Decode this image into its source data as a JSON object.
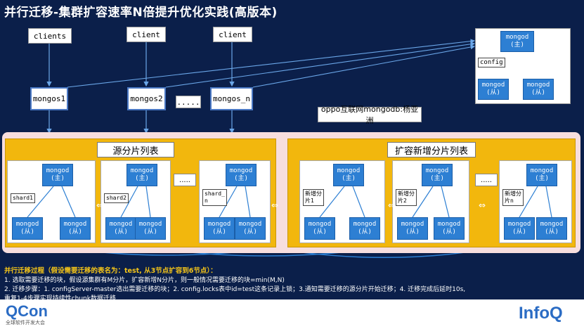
{
  "title": "并行迁移-集群扩容速率N倍提升优化实践(高版本)",
  "clients": [
    "clients",
    "client",
    "client"
  ],
  "mongos": [
    "mongos1",
    "mongos2",
    "mongos_n"
  ],
  "mongos_dots": ".....",
  "config": {
    "label": "config",
    "primary": "mongod\n(主)",
    "secondaries": [
      "mongod\n(从)",
      "mongod\n(从)"
    ]
  },
  "author": "oppo互联网mongodb:杨亚洲",
  "source_panel": {
    "title": "源分片列表",
    "shards": [
      "shard1",
      "shard2",
      "shard_\nn"
    ],
    "dots": "....."
  },
  "target_panel": {
    "title": "扩容新增分片列表",
    "shards": [
      "新增分\n片1",
      "新增分\n片2",
      "新增分\n片n"
    ],
    "dots": "....."
  },
  "node_primary": "mongod\n(主)",
  "node_secondary": "mongod\n(从)",
  "desc": {
    "head": "并行迁移过程（假设需要迁移的表名为：test, 从3节点扩容到6节点）：",
    "line1": "1. 选取需要迁移的块，假设源集群有M分片，扩容新增N分片，则一般情况需要迁移的块=min(M,N)",
    "line2": "2. 迁移步骤：1. configServer-master选出需要迁移的块；2. config.locks表中id=test这条记录上锁；3.通知需要迁移的源分片开始迁移；4. 迁移完成后延时10s,",
    "line3": "重复1-4步骤实现持续性chunk数据迁移"
  },
  "footer": {
    "qcon": "QCon",
    "qcon_sub": "全球软件开发大会",
    "infoq": "InfoQ"
  },
  "colors": {
    "background": "#0b1f4a",
    "node": "#2d7fd3",
    "panel": "#f2b70d",
    "band": "#f7dede",
    "desc_head": "#f5c518",
    "qcon_blue": "#2b6cc4",
    "qcon_orange": "#e58a2a"
  }
}
